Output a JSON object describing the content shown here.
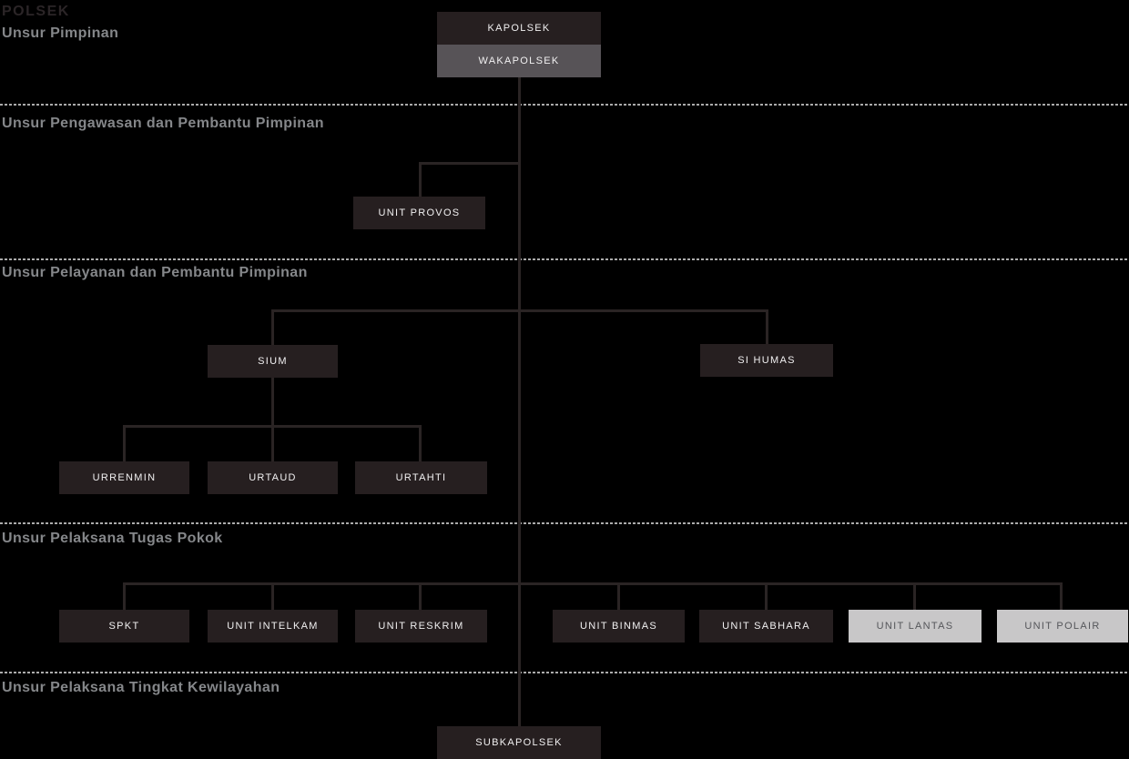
{
  "title": "POLSEK",
  "colors": {
    "background": "#000000",
    "node_dark": "#261f20",
    "node_deputy_gray": "#575357",
    "node_light_gray": "#c8c7c8",
    "node_text_on_dark": "#f1f0f1",
    "node_text_on_light": "#55565a",
    "connector_line": "#2a2424",
    "dotted_divider": "#ababab",
    "section_label": "#85878a",
    "title_text": "#2b2527"
  },
  "sections": [
    {
      "label": "Unsur Pimpinan"
    },
    {
      "label": "Unsur Pengawasan dan Pembantu Pimpinan"
    },
    {
      "label": "Unsur Pelayanan dan Pembantu Pimpinan"
    },
    {
      "label": "Unsur Pelaksana Tugas Pokok"
    },
    {
      "label": "Unsur Pelaksana Tingkat Kewilayahan"
    }
  ],
  "nodes": {
    "kapolsek": "KAPOLSEK",
    "wakapolsek": "WAKAPOLSEK",
    "unit_provos": "UNIT PROVOS",
    "sium": "SIUM",
    "si_humas": "SI HUMAS",
    "urrenmin": "URRENMIN",
    "urtaud": "URTAUD",
    "urtahti": "URTAHTI",
    "spkt": "SPKT",
    "unit_intelkam": "UNIT INTELKAM",
    "unit_reskrim": "UNIT RESKRIM",
    "unit_binmas": "UNIT BINMAS",
    "unit_sabhara": "UNIT SABHARA",
    "unit_lantas": "UNIT LANTAS",
    "unit_polair": "UNIT POLAIR",
    "subkapolsek": "SUBKAPOLSEK"
  }
}
